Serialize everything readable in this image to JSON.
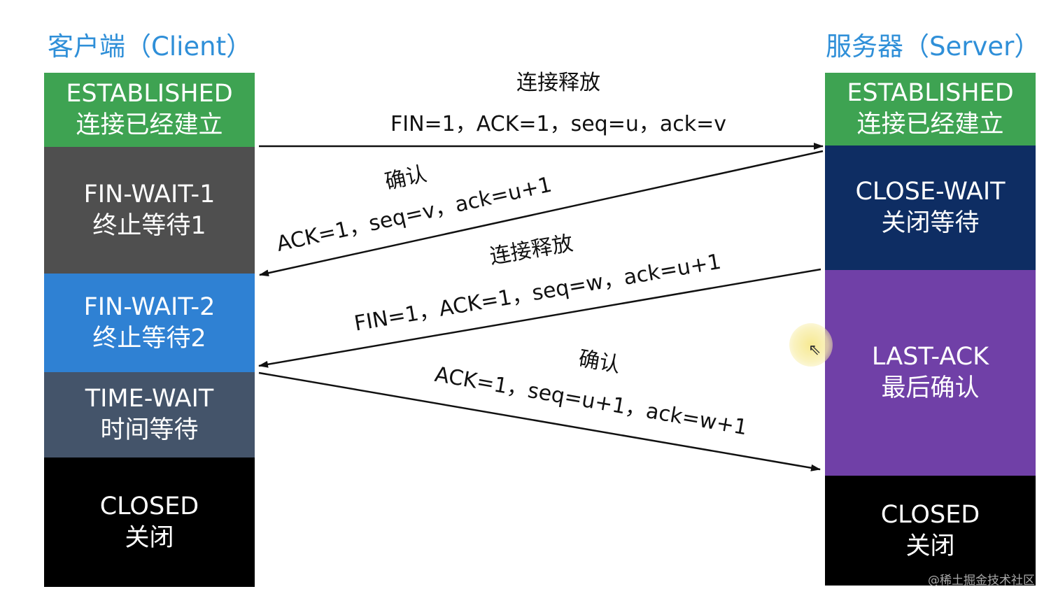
{
  "client": {
    "title": "客户端（Client）",
    "states": [
      {
        "line1": "ESTABLISHED",
        "line2": "连接已经建立",
        "color": "#3ea352"
      },
      {
        "line1": "FIN-WAIT-1",
        "line2": "终止等待1",
        "color": "#4f4f4f"
      },
      {
        "line1": "FIN-WAIT-2",
        "line2": "终止等待2",
        "color": "#2f81d3"
      },
      {
        "line1": "TIME-WAIT",
        "line2": "时间等待",
        "color": "#44546a"
      },
      {
        "line1": "CLOSED",
        "line2": "关闭",
        "color": "#000000"
      }
    ]
  },
  "server": {
    "title": "服务器（Server）",
    "states": [
      {
        "line1": "ESTABLISHED",
        "line2": "连接已经建立",
        "color": "#3ea352"
      },
      {
        "line1": "CLOSE-WAIT",
        "line2": "关闭等待",
        "color": "#0e2d63"
      },
      {
        "line1": "LAST-ACK",
        "line2": "最后确认",
        "color": "#7040a7"
      },
      {
        "line1": "CLOSED",
        "line2": "关闭",
        "color": "#000000"
      }
    ]
  },
  "messages": [
    {
      "label": "连接释放",
      "fields": "FIN=1，ACK=1，seq=u，ack=v"
    },
    {
      "label": "确认",
      "fields": "ACK=1，seq=v，ack=u+1"
    },
    {
      "label": "连接释放",
      "fields": "FIN=1，ACK=1，seq=w，ack=u+1"
    },
    {
      "label": "确认",
      "fields": "ACK=1，seq=u+1，ack=w+1"
    }
  ],
  "watermark": "@稀土掘金技术社区"
}
